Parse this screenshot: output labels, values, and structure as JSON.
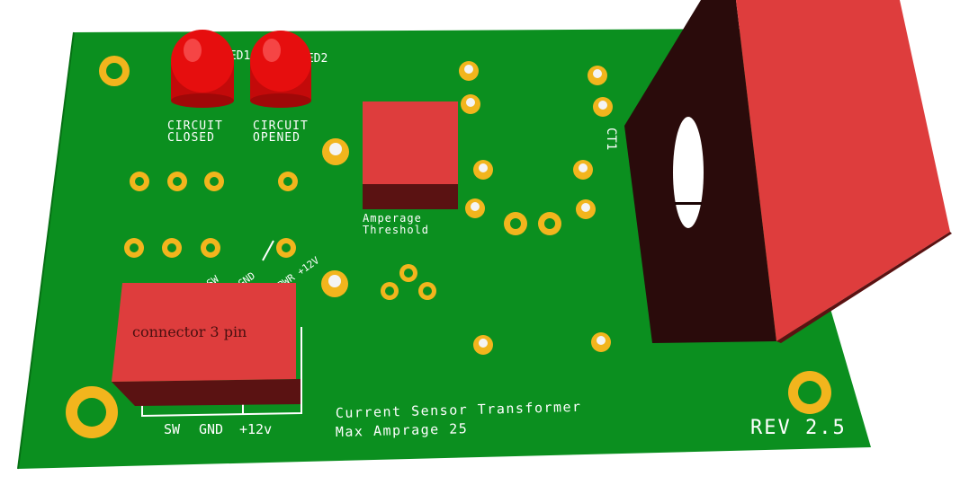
{
  "board": {
    "colors": {
      "pcb": "#0b8f1f",
      "pad": "#f2b51d",
      "component": "#de3d3d",
      "component_dark": "#5a1212",
      "ct_body": "#2a0b0b",
      "led": "#e60e0e",
      "silkscreen": "#ffffff"
    }
  },
  "leds": {
    "led1_label": "LED1",
    "led2_label": "LED2",
    "led1_caption_line1": "CIRCUIT",
    "led1_caption_line2": "CLOSED",
    "led2_caption_line1": "CIRCUIT",
    "led2_caption_line2": "OPENED"
  },
  "potentiometer": {
    "label_line1": "Amperage",
    "label_line2": "Threshold"
  },
  "current_transformer": {
    "designator": "CT1"
  },
  "connector": {
    "name": "connector 3 pin",
    "pin_labels": [
      "SW",
      "GND",
      "PWR +12V"
    ],
    "bottom_labels": [
      "SW",
      "GND",
      "+12v"
    ]
  },
  "info": {
    "title": "Current Sensor Transformer",
    "subtitle": "Max Amprage 25",
    "revision": "REV 2.5"
  }
}
